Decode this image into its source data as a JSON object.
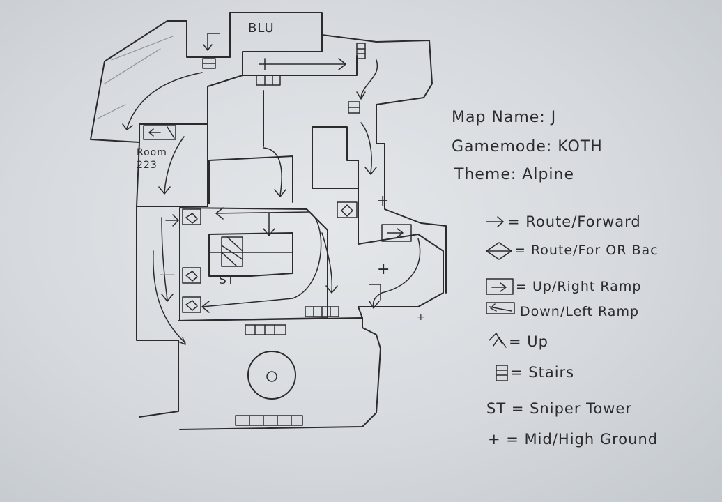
{
  "map_labels": {
    "team_base": "BLU",
    "room": "Room\n223",
    "sniper_tower": "ST"
  },
  "info": {
    "map_name": "Map Name: J",
    "gamemode": "Gamemode: KOTH",
    "theme": "Theme: Alpine"
  },
  "legend": [
    {
      "icon": "arrow-icon",
      "text": "= Route/Forward"
    },
    {
      "icon": "diamond-icon",
      "text": "= Route/For OR Bac"
    },
    {
      "icon": "up-right-ramp-icon",
      "text": "= Up/Right Ramp"
    },
    {
      "icon": "down-left-ramp-icon",
      "text": "Down/Left Ramp"
    },
    {
      "icon": "up-chevron-icon",
      "text": "= Up"
    },
    {
      "icon": "stairs-icon",
      "text": "= Stairs"
    },
    {
      "icon": "",
      "text": "ST = Sniper Tower"
    },
    {
      "icon": "plus-icon",
      "text": "+ = Mid/High Ground"
    }
  ]
}
